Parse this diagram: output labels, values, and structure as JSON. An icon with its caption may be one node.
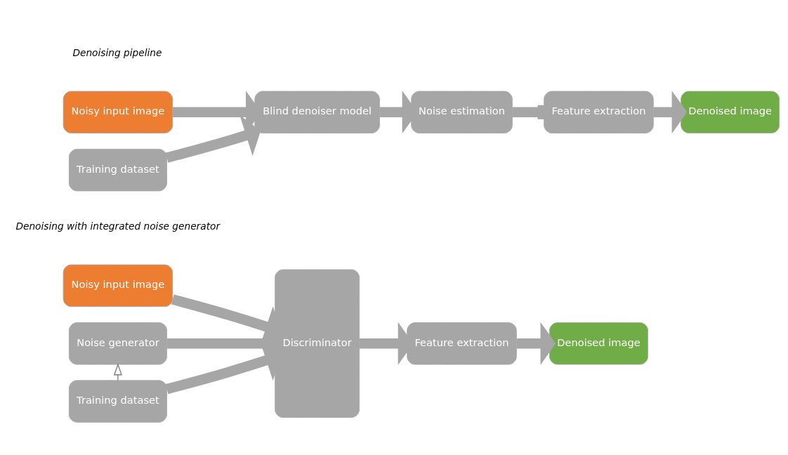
{
  "diagram": {
    "nodes": [
      {
        "text": [
          "Noisy input image"
        ]
      },
      {
        "text": [
          "Blind denoiser model"
        ]
      },
      {
        "text": [
          "Noise estimation"
        ]
      },
      {
        "text": [
          "Feature extraction"
        ]
      },
      {
        "text": [
          "Denoised image"
        ]
      },
      {
        "text": [
          "Training dataset"
        ]
      },
      {
        "text": [
          "Noisy input image"
        ]
      },
      {
        "text": [
          "Noise generator"
        ]
      },
      {
        "text": [
          "Training dataset"
        ]
      },
      {
        "text": [
          "Discriminator"
        ]
      },
      {
        "text": [
          "Feature extraction"
        ]
      },
      {
        "text": [
          "Denoised image"
        ]
      }
    ],
    "edges": [
      {
        "from": 0,
        "to": 1,
        "arrow": "to"
      },
      {
        "from": 1,
        "to": 2,
        "arrow": "to"
      },
      {
        "from": 2,
        "to": 3,
        "arrow": "other"
      },
      {
        "from": 3,
        "to": 4,
        "arrow": "to"
      },
      {
        "from": 5,
        "to": 1,
        "arrow": "to"
      },
      {
        "from": 6,
        "to": 9,
        "arrow": "to"
      },
      {
        "from": 7,
        "to": 9,
        "arrow": "to"
      },
      {
        "from": 8,
        "to": 9,
        "arrow": "to"
      },
      {
        "from": 8,
        "to": 7,
        "arrow": "to",
        "color": "#7f7f7f"
      },
      {
        "from": 9,
        "to": 10,
        "arrow": "to"
      },
      {
        "from": 10,
        "to": 11,
        "arrow": "to"
      }
    ],
    "labels": [
      "Denoising pipeline",
      "Denoising with integrated noise generator"
    ]
  }
}
